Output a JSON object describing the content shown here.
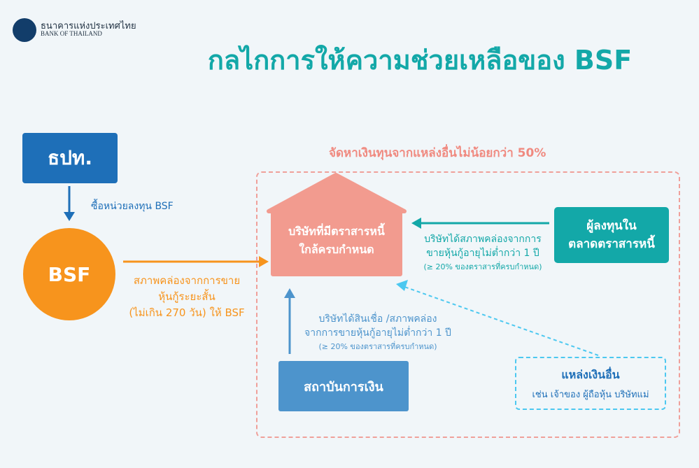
{
  "header": {
    "org_th": "ธนาคารแห่งประเทศไทย",
    "org_en": "BANK OF THAILAND",
    "title": "กลไกการให้ความช่วยเหลือของ BSF"
  },
  "nodes": {
    "bot": "ธปท.",
    "bsf": "BSF",
    "company": [
      "บริษัทที่มีตราสารหนี้",
      "ใกล้ครบกำหนด"
    ],
    "investors": [
      "ผู้ลงทุนใน",
      "ตลาดตราสารหนี้"
    ],
    "financial_institution": "สถาบันการเงิน",
    "other_sources": {
      "title": "แหล่งเงินอื่น",
      "subtitle": "เช่น เจ้าของ ผู้ถือหุ้น บริษัทแม่"
    }
  },
  "group_label": "จัดหาเงินทุนจากแหล่งอื่นไม่น้อยกว่า 50%",
  "edges": {
    "bot_to_bsf": "ซื้อหน่วยลงทุน BSF",
    "bsf_to_company": [
      "สภาพคล่องจากการขาย",
      "หุ้นกู้ระยะสั้น",
      "(ไม่เกิน 270 วัน) ให้ BSF"
    ],
    "investors_to_company": [
      "บริษัทได้สภาพคล่องจากการ",
      "ขายหุ้นกู้อายุไม่ต่ำกว่า 1 ปี",
      "(≥ 20% ของตราสารที่ครบกำหนด)"
    ],
    "fin_to_company": [
      "บริษัทได้สินเชื่อ /สภาพคล่อง",
      "จากการขายหุ้นกู้อายุไม่ต่ำกว่า 1 ปี",
      "(≥ 20% ของตราสารที่ครบกำหนด)"
    ]
  },
  "colors": {
    "teal": "#13a8a8",
    "blue": "#1e6fb8",
    "orange": "#f7941d",
    "salmon": "#f29b8f"
  }
}
